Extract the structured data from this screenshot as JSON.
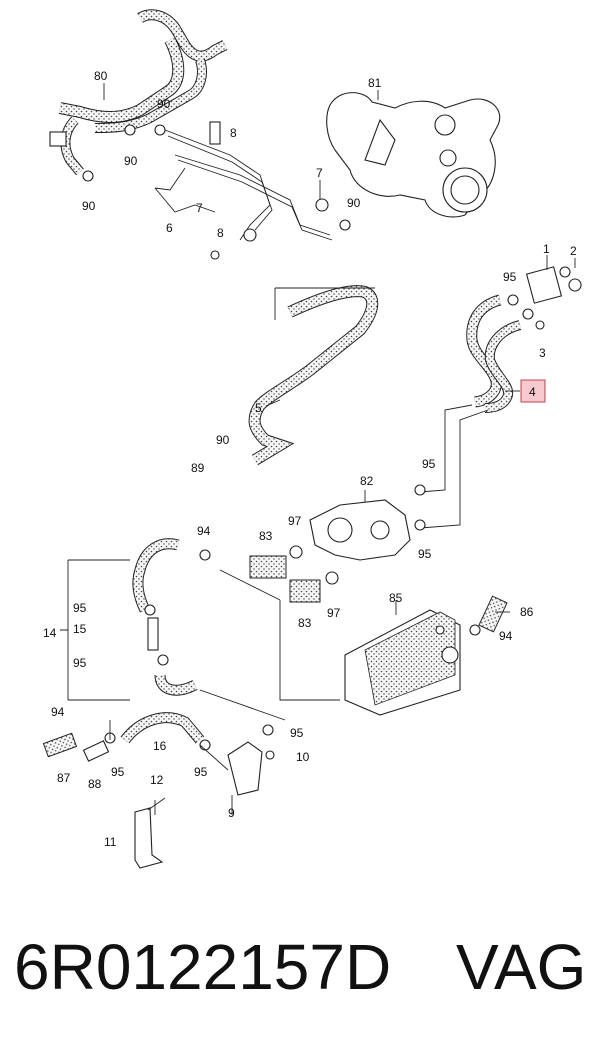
{
  "diagram": {
    "labels": [
      "80",
      "90",
      "90",
      "90",
      "8",
      "81",
      "7",
      "90",
      "6",
      "7",
      "8",
      "1",
      "2",
      "95",
      "3",
      "4",
      "5",
      "90",
      "89",
      "95",
      "82",
      "94",
      "83",
      "97",
      "95",
      "14",
      "15",
      "95",
      "83",
      "97",
      "85",
      "86",
      "94",
      "95",
      "94",
      "87",
      "88",
      "95",
      "16",
      "95",
      "95",
      "10",
      "12",
      "9",
      "11"
    ],
    "highlighted_label": "4",
    "highlight_color": "#f6c9cf"
  },
  "footer": {
    "part_number": "6R0122157D",
    "brand": "VAG"
  }
}
